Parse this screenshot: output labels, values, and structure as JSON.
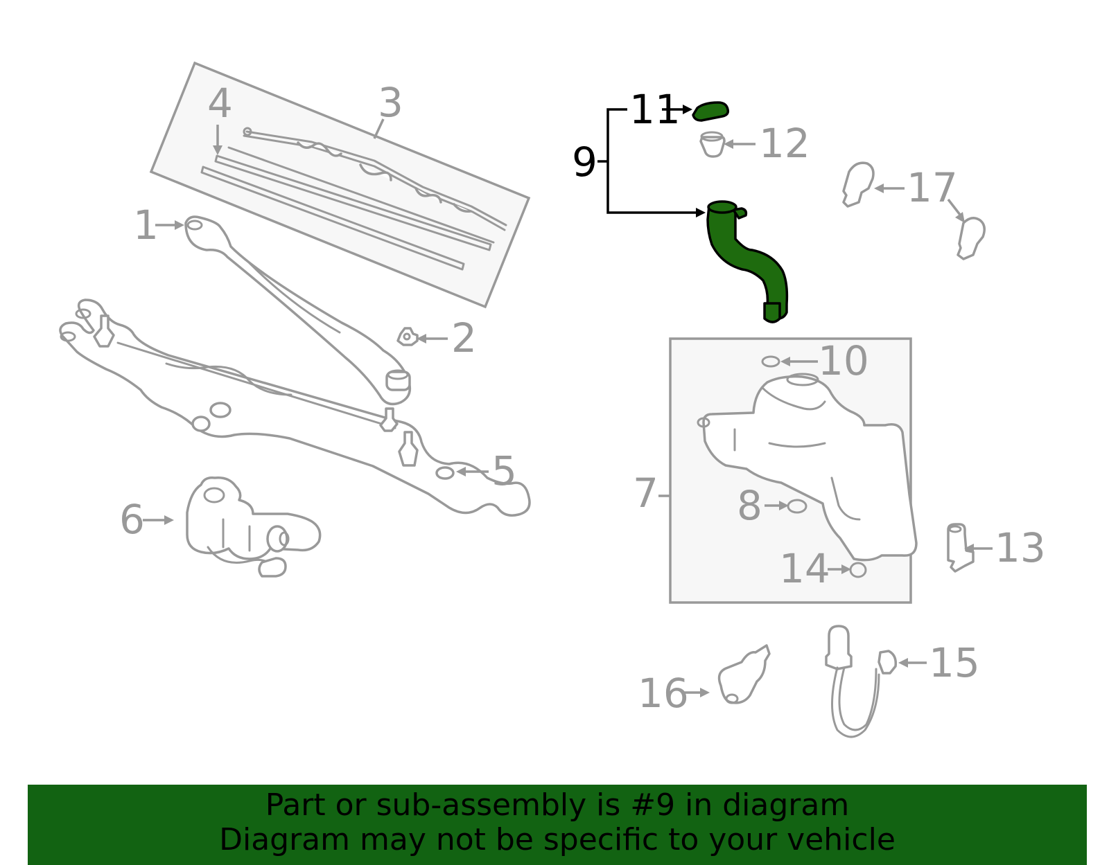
{
  "callouts": {
    "c1": "1",
    "c2": "2",
    "c3": "3",
    "c4": "4",
    "c5": "5",
    "c6": "6",
    "c7": "7",
    "c8": "8",
    "c9": "9",
    "c10": "10",
    "c11": "11",
    "c12": "12",
    "c13": "13",
    "c14": "14",
    "c15": "15",
    "c16": "16",
    "c17": "17"
  },
  "highlight_part": "9",
  "colors": {
    "highlight": "#1e6b0e",
    "banner": "#126312",
    "part_line": "#999999"
  },
  "banner": {
    "line1": "Part or sub-assembly is #9 in diagram",
    "line2": "Diagram may not be specific to your vehicle"
  }
}
